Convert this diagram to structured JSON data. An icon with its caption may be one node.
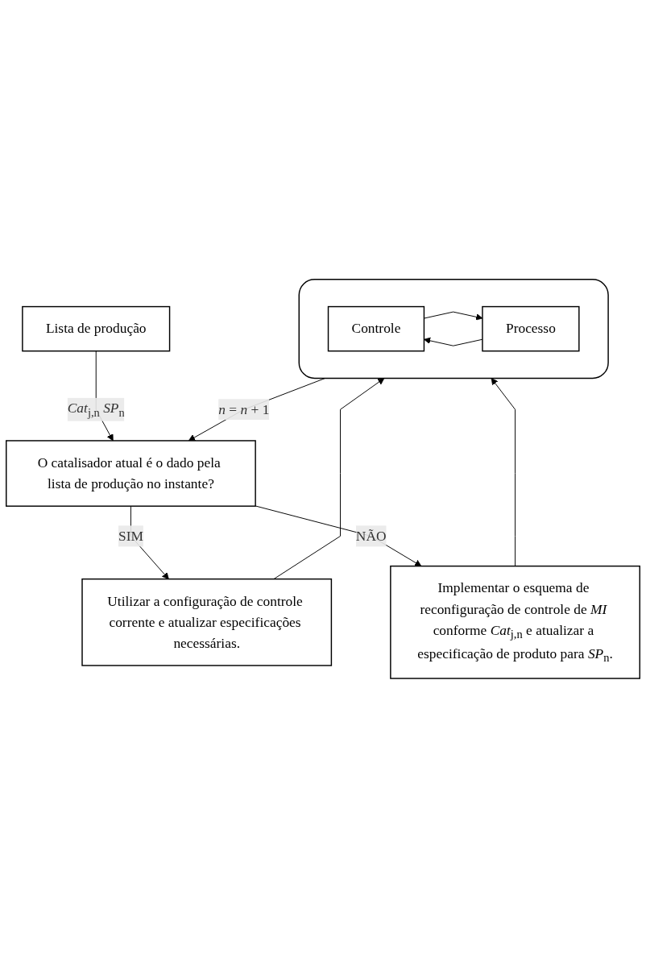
{
  "diagram": {
    "nodes": [
      {
        "text": [
          "Lista de produção"
        ]
      },
      {
        "text": [
          "O catalisador atual é o dado pela lista de produção no instante?"
        ]
      },
      {
        "text": [
          "Utilizar a configuração de controle corrente e atualizar especificações necessárias."
        ]
      },
      {
        "text": [],
        "shape": "box"
      },
      {
        "text": [
          "Controle"
        ],
        "in": 3
      },
      {
        "text": [
          "Processo"
        ],
        "in": 3
      },
      {
        "text": [
          "Implementar o esquema de reconfiguração de controle de *MI* conforme *Cat*$_{j,n}$ e atualizar a especificação de produto para *SP*$_{n}$."
        ]
      }
    ],
    "edges": [
      {
        "from": 0,
        "to": 1,
        "arrow": "to",
        "label": "*Cat*$_{j,n}$ *SP*$_{n}$"
      },
      {
        "from": 1,
        "to": 2,
        "arrow": "to",
        "label": "SIM"
      },
      {
        "from": 1,
        "to": 6,
        "arrow": "to",
        "label": "NÃO"
      },
      {
        "from": 2,
        "to": 3,
        "arrow": "to"
      },
      {
        "from": 4,
        "to": 5,
        "arrow": "to"
      },
      {
        "from": 5,
        "to": 4,
        "arrow": "to"
      },
      {
        "from": 6,
        "to": 3,
        "arrow": "to"
      },
      {
        "from": 3,
        "to": 1,
        "arrow": "to",
        "label": "*n* = *n* + 1"
      }
    ]
  }
}
